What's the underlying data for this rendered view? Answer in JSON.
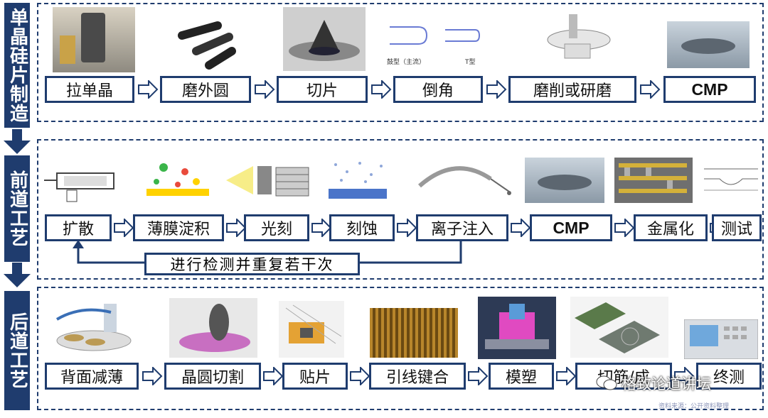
{
  "sections": [
    {
      "label": "单晶硅片制造",
      "steps": [
        "拉单晶",
        "磨外圆",
        "切片",
        "倒角",
        "磨削或研磨",
        "CMP"
      ]
    },
    {
      "label": "前道工艺",
      "steps": [
        "扩散",
        "薄膜淀积",
        "光刻",
        "刻蚀",
        "离子注入",
        "CMP",
        "金属化",
        "测试"
      ],
      "loop_label": "进行检测并重复若干次"
    },
    {
      "label": "后道工艺",
      "steps": [
        "背面减薄",
        "晶圆切割",
        "贴片",
        "引线键合",
        "模塑",
        "切筋/成",
        "终测"
      ]
    }
  ],
  "captions": {
    "chamfer_left": "鼓型（主流）",
    "chamfer_right": "T型"
  },
  "watermark": "格致论道讲坛",
  "source": "资料来源：公开资料整理",
  "colors": {
    "primary": "#1f3c6e",
    "accent": "#8b94b8"
  }
}
